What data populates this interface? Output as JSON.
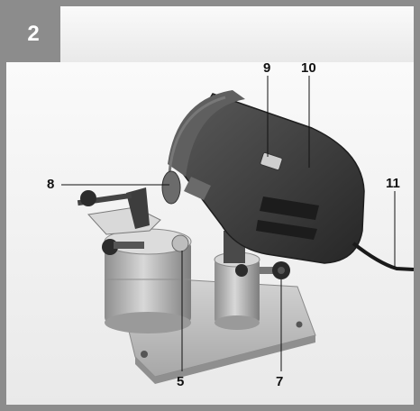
{
  "figure": {
    "number": "2",
    "callouts": {
      "c9": "9",
      "c10": "10",
      "c8": "8",
      "c11": "11",
      "c5": "5",
      "c7": "7"
    }
  },
  "colors": {
    "frame": "#8c8c8c",
    "housing": "#3a3a3a",
    "metal": "#b8b8b8",
    "base": "#c9c9c9",
    "label_text": "#111111"
  }
}
